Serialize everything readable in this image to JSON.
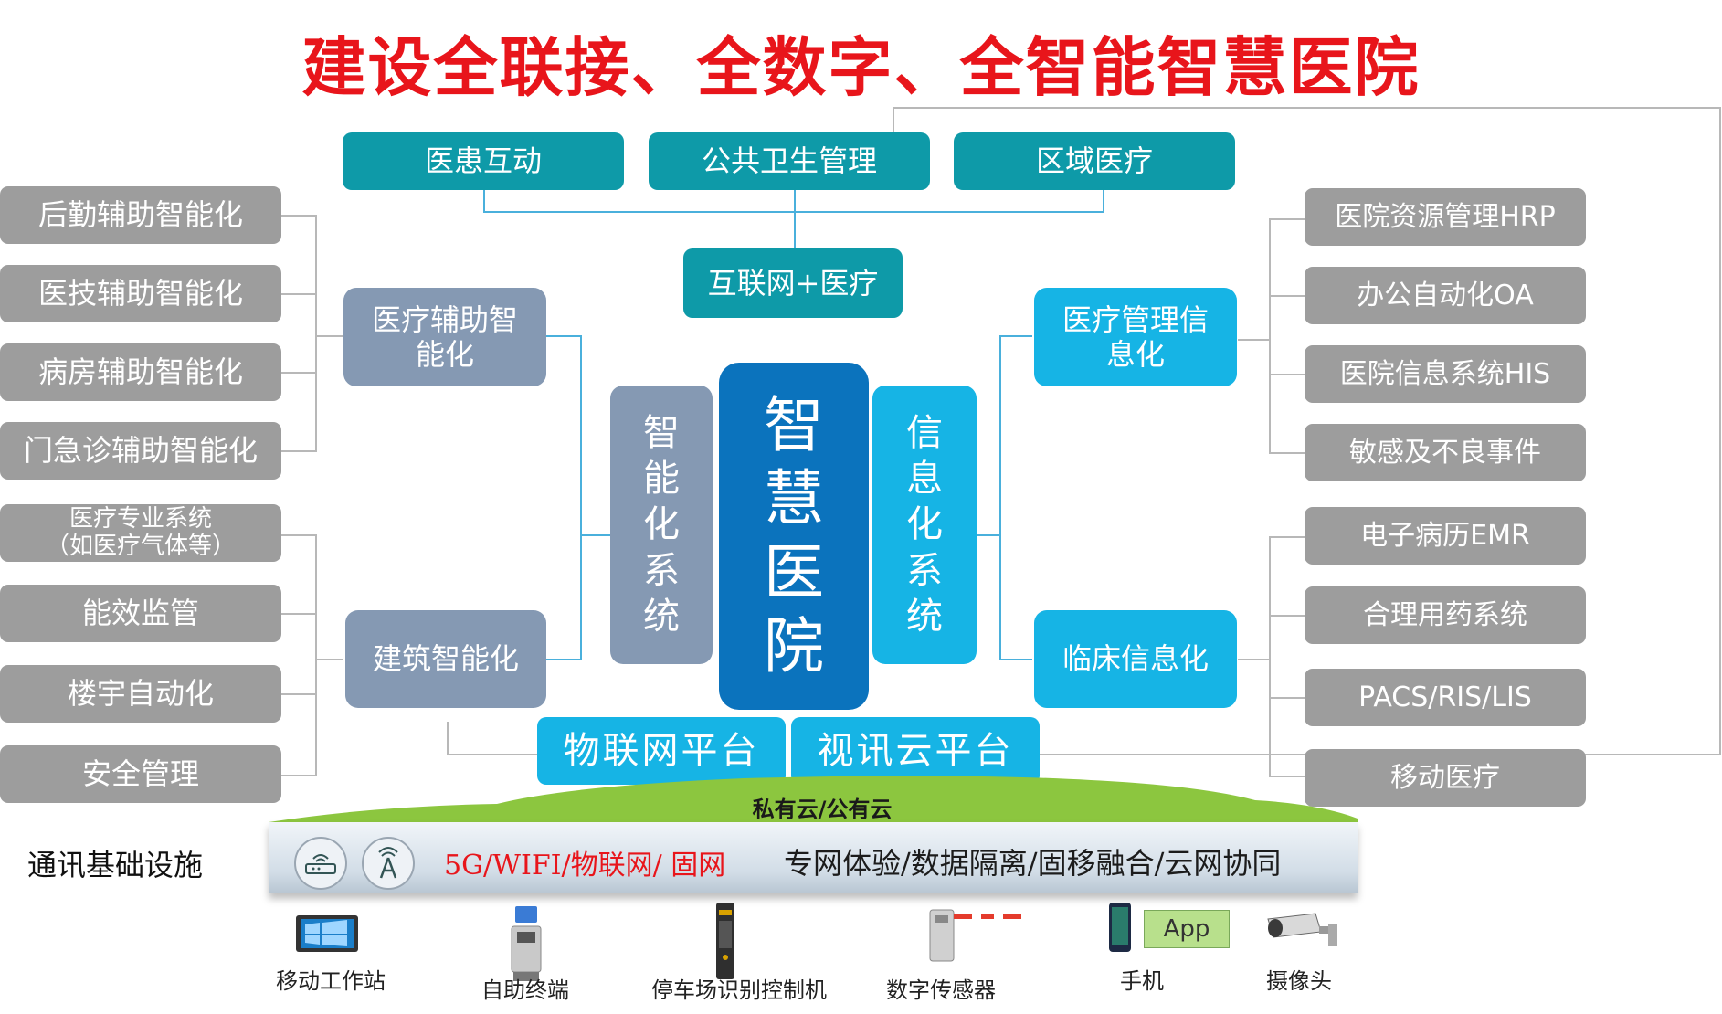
{
  "title": "建设全联接、全数字、全智能智慧医院",
  "top_services": [
    "医患互动",
    "公共卫生管理",
    "区域医疗"
  ],
  "internet_box": "互联网+医疗",
  "left_groups": {
    "group1": [
      "后勤辅助智能化",
      "医技辅助智能化",
      "病房辅助智能化",
      "门急诊辅助智能化"
    ],
    "group2_first_line1": "医疗专业系统",
    "group2_first_line2": "（如医疗气体等）",
    "group2": [
      "能效监管",
      "楼宇自动化",
      "安全管理"
    ]
  },
  "left_mid": {
    "top": "医疗辅助智能化",
    "bottom": "建筑智能化"
  },
  "right_mid": {
    "top": "医疗管理信息化",
    "bottom": "临床信息化"
  },
  "right_groups": {
    "group1": [
      "医院资源管理HRP",
      "办公自动化OA",
      "医院信息系统HIS",
      "敏感及不良事件"
    ],
    "group2": [
      "电子病历EMR",
      "合理用药系统",
      "PACS/RIS/LIS",
      "移动医疗"
    ]
  },
  "center": {
    "left_label": "智能化系统",
    "core_label": "智慧医院",
    "right_label": "信息化系统"
  },
  "platforms": [
    "物联网平台",
    "视讯云平台"
  ],
  "cloud_label": "私有云/公有云",
  "infra": {
    "section_label": "通讯基础设施",
    "red_text": "5G/WIFI/物联网/ 固网",
    "dark_text": "专网体验/数据隔离/固移融合/云网协同"
  },
  "devices": [
    "移动工作站",
    "自助终端",
    "停车场识别控制机",
    "数字传感器",
    "手机",
    "摄像头"
  ],
  "app_label": "App",
  "colors": {
    "title_red": "#e8151b",
    "teal": "#0e9aa8",
    "grey": "#9d9d9d",
    "slate": "#8599b3",
    "cyan": "#16b4e5",
    "core_blue": "#0b73bd",
    "cloud_green": "#8cc63f"
  }
}
